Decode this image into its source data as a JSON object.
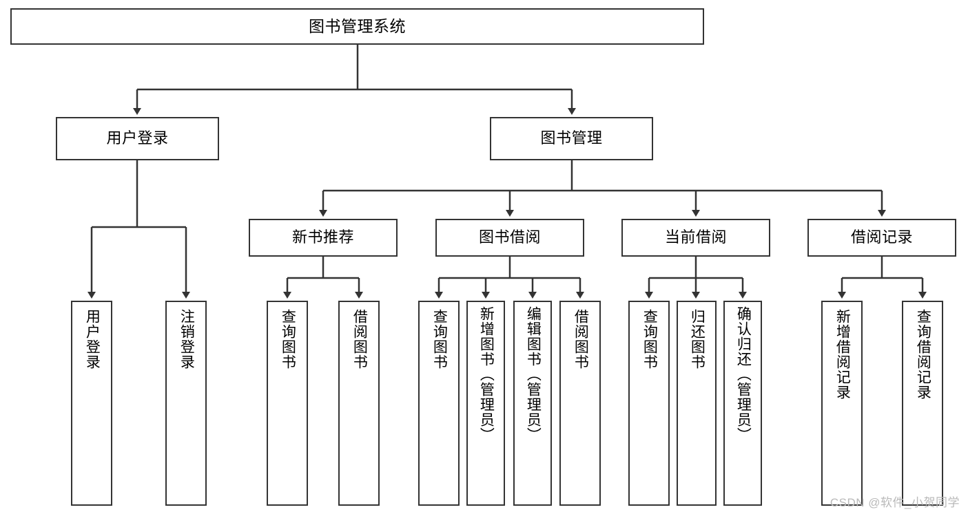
{
  "diagram": {
    "title": "图书管理系统",
    "type": "tree",
    "watermark": "CSDN @软件_小贺同学",
    "root": {
      "id": "root",
      "label": "图书管理系统"
    },
    "level2": [
      {
        "id": "user-login",
        "label": "用户登录"
      },
      {
        "id": "book-management",
        "label": "图书管理"
      }
    ],
    "level3": [
      {
        "id": "new-book-recommend",
        "label": "新书推荐",
        "parent": "book-management"
      },
      {
        "id": "book-borrow",
        "label": "图书借阅",
        "parent": "book-management"
      },
      {
        "id": "current-borrow",
        "label": "当前借阅",
        "parent": "book-management"
      },
      {
        "id": "borrow-record",
        "label": "借阅记录",
        "parent": "book-management"
      }
    ],
    "leaves": [
      {
        "id": "leaf-user-login",
        "label": "用户登录",
        "parent": "user-login"
      },
      {
        "id": "leaf-logout-login",
        "label": "注销登录",
        "parent": "user-login"
      },
      {
        "id": "leaf-query-book-1",
        "label": "查询图书",
        "parent": "new-book-recommend"
      },
      {
        "id": "leaf-borrow-book-1",
        "label": "借阅图书",
        "parent": "new-book-recommend"
      },
      {
        "id": "leaf-query-book-2",
        "label": "查询图书",
        "parent": "book-borrow"
      },
      {
        "id": "leaf-add-book",
        "label": "新增图书（管理员）",
        "parent": "book-borrow"
      },
      {
        "id": "leaf-edit-book",
        "label": "编辑图书（管理员）",
        "parent": "book-borrow"
      },
      {
        "id": "leaf-borrow-book-2",
        "label": "借阅图书",
        "parent": "book-borrow"
      },
      {
        "id": "leaf-query-book-3",
        "label": "查询图书",
        "parent": "current-borrow"
      },
      {
        "id": "leaf-return-book",
        "label": "归还图书",
        "parent": "current-borrow"
      },
      {
        "id": "leaf-confirm-return",
        "label": "确认归还（管理员）",
        "parent": "current-borrow"
      },
      {
        "id": "leaf-add-borrow-record",
        "label": "新增借阅记录",
        "parent": "borrow-record"
      },
      {
        "id": "leaf-query-borrow-record",
        "label": "查询借阅记录",
        "parent": "borrow-record"
      }
    ],
    "colors": {
      "stroke": "#333333",
      "fill": "#ffffff",
      "text": "#000000",
      "watermark": "#b9b9b9"
    }
  }
}
